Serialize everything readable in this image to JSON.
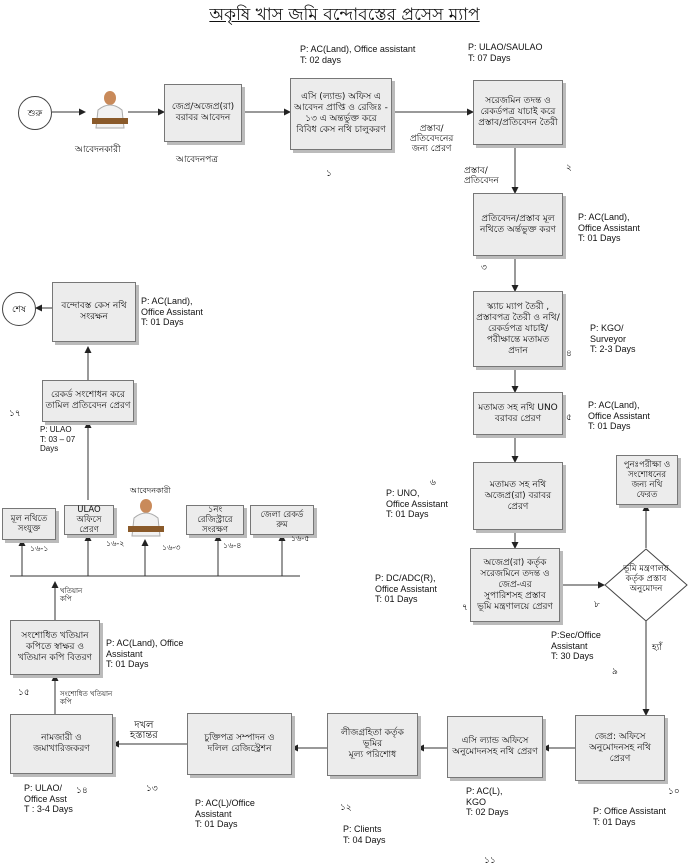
{
  "title": "অকৃষি খাস জমি বন্দোবস্তের প্রসেস ম্যাপ",
  "nodes": {
    "start": "শুরু",
    "end": "শেষ",
    "applicant_caption": "আবেদনকারী",
    "applicant_caption2": "আবেদনকারী",
    "box_apply": "জেপ্র/অজেপ্র(রা)\nবরাবর আবেদন",
    "box_ac_office": "এসি (ল্যান্ড) অফিস এ\nআবেদন প্রাপ্তি ও রেজিঃ -\n১৩ এ অন্তর্ভুক্ত করে\nবিবিধ কেস নথি চালুকরণ",
    "box_inspection": "সরেজমিন তদন্ত ও\nরেকর্ডপত্র যাচাই করে\nপ্রস্তাব/প্রতিবেদন তৈরী",
    "box_include": "প্রতিবেদন/প্রস্তাব মূল\nনথিতে অর্ন্তভুক্ত করণ",
    "box_sketch": "স্ক্যাচ ম্যাপ তৈরী ,\nপ্রস্তাবপত্র তৈরী ও নথি/\nরেকর্ডপত্র যাচাই/\nপরীক্ষান্তে মতামত\nপ্রদান",
    "box_uno": "মতামত সহ নথি UNO\nবরাবর প্রেরণ",
    "box_to_adc": "মতামত সহ নথি\nঅজেপ্র(রা) বরাবর\nপ্রেরণ",
    "box_ministry": "অজেপ্র(রা) কর্তৃক\nসরেজমিনে তদন্ত ও\nজেপ্র-এর\nসুপারিশসহ প্রস্তাব\nভূমি মন্ত্রণালয়ে প্রেরণ",
    "diamond": "ভূমি মন্ত্রণালয়\nকর্তৃক প্রস্তাব\nঅনুমোদন",
    "box_return": "পুনঃপরীক্ষা ও\nসংশোধনের\nজন্য নথি\nফেরত",
    "box_dc_office": "জেপ্র: অফিসে\nঅনুমোদনসহ নথি\nপ্রেরণ",
    "box_ac_approval": "এসি ল্যান্ড অফিসে\nঅনুমোদনসহ নথি প্রেরণ",
    "box_payment": "লীজগ্রহিতা কর্তৃক ভূমির\nমূল্য পরিশোধ",
    "box_deed": "চুক্তিপত্র সম্পাদন ও\nদলিল রেজিস্ট্রেশন",
    "box_mutation": "নামজারী ও\nজমাখারিজকরণ",
    "box_khatian": "সংশোধিত খতিয়ান\nকপিতে স্বাক্ষর ও\nখতিয়ান কপি বিতরণ",
    "box_main_file": "মূল নথিতে\nসংযুক্ত",
    "box_ulao": "ULAO অফিসে\nপ্রেরণ",
    "box_reg1": "১নং রেজিস্ট্রারে\nসংরক্ষণ",
    "box_district": "জেলা রেকর্ড\nরুম",
    "box_record": "রেকর্ড সংশোধন করে\nতামিল প্রতিবেদন প্রেরণ",
    "box_preserve": "বন্দোবস্ত কেস নথি\nসংরক্ষন"
  },
  "edge_labels": {
    "application": "আবেদনপত্র",
    "proposal_send": "প্রস্তাব/\nপ্রতিবেদনের\nজন্য প্রেরণ",
    "proposal_report": "প্রস্তাব/\nপ্রতিবেদন",
    "yes": "হ্যাঁ",
    "possession": "দখল\nহস্তান্তর",
    "corrected_khatian": "সংশোধিত খতিয়ান\nকপি",
    "khatian_copy": "খতিয়ান\nকপি"
  },
  "info": {
    "p_ac": "P: AC(Land), Office assistant\nT: 02 days",
    "p_ulao": "P: ULAO/SAULAO\nT: 07 Days",
    "p_step3": "P:  AC(Land),\nOffice Assistant\nT:  01 Days",
    "p_step4": "P: KGO/\n   Surveyor\nT:  2-3 Days",
    "p_step5": "P:  AC(Land),\n  Office Assistant\nT:  01 Days",
    "p_step6": "P:  UNO,\n  Office Assistant\nT:  01 Days",
    "p_step7": "P:  DC/ADC(R),\n  Office Assistant\nT:  01 Days",
    "p_step9": "P:Sec/Office\nAssistant\nT:  30 Days",
    "p_step10": "P:  Office Assistant\nT:  01 Days",
    "p_step11": "P: AC(L),\nKGO\nT: 02 Days",
    "p_step12": "P: Clients\nT: 04 Days",
    "p_step13": "P: AC(L)/Office\nAssistant\nT: 01 Days",
    "p_step14": "P: ULAO/\nOffice Asst\nT : 3-4 Days",
    "p_step15": "P: AC(Land), Office\nAssistant\nT: 01 Days",
    "p_step17": "P: ULAO\nT: 03 – 07\nDays",
    "p_final": "P:  AC(Land),\n  Office Assistant\nT:  01 Days"
  },
  "numbers": {
    "n1": "১",
    "n2": "২",
    "n3": "৩",
    "n4": "৪",
    "n5": "৫",
    "n6": "৬",
    "n7": "৭",
    "n8": "৮",
    "n9": "৯",
    "n10": "১০",
    "n11": "১১",
    "n12": "১২",
    "n13": "১৩",
    "n14": "১৪",
    "n15": "১৫",
    "n16_1": "১৬-১",
    "n16_2": "১৬-২",
    "n16_3": "১৬-৩",
    "n16_4": "১৬-৪",
    "n16_5": "১৬-৫",
    "n17": "১৭"
  }
}
